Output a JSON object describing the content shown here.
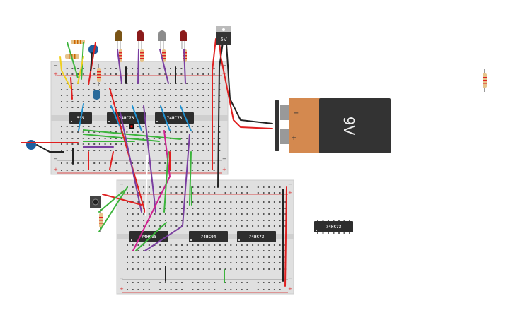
{
  "canvas": {
    "title": "Circuit workspace"
  },
  "chips": [
    {
      "label": "555"
    },
    {
      "label": "74HC73"
    },
    {
      "label": "74HC73"
    },
    {
      "label": "74HC08"
    },
    {
      "label": "74HC04"
    },
    {
      "label": "74HC73"
    },
    {
      "label": "74HC73"
    }
  ],
  "battery": {
    "label": "9V",
    "minus": "−",
    "plus": "+",
    "body_color": "#333333",
    "cap_color": "#d4894f"
  },
  "regulator": {
    "label": "5V"
  },
  "rail_signs": {
    "minus": "−",
    "plus": "+"
  },
  "leds": [
    {
      "color": "#7a5416"
    },
    {
      "color": "#8b1b1b"
    },
    {
      "color": "#8c8c8c"
    },
    {
      "color": "#8b1b1b"
    }
  ],
  "colors": {
    "breadboard": "#e0e0e0",
    "wire_red": "#e02020",
    "wire_green": "#3cb43c",
    "wire_blue": "#1e90d0",
    "wire_purple": "#7a3ea0",
    "wire_magenta": "#d02090",
    "wire_black": "#222222",
    "wire_yellow": "#f0d020"
  }
}
